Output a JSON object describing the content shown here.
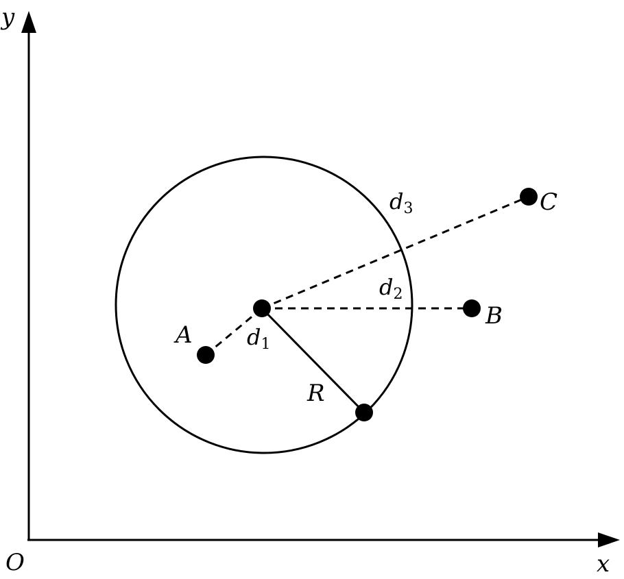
{
  "axes": {
    "origin_label": "O",
    "x_label": "x",
    "y_label": "y"
  },
  "points": {
    "A": "A",
    "B": "B",
    "C": "C"
  },
  "distances": {
    "d1": {
      "base": "d",
      "sub": "1"
    },
    "d2": {
      "base": "d",
      "sub": "2"
    },
    "d3": {
      "base": "d",
      "sub": "3"
    }
  },
  "radius_label": "R",
  "colors": {
    "stroke": "#000000",
    "background": "#ffffff"
  }
}
